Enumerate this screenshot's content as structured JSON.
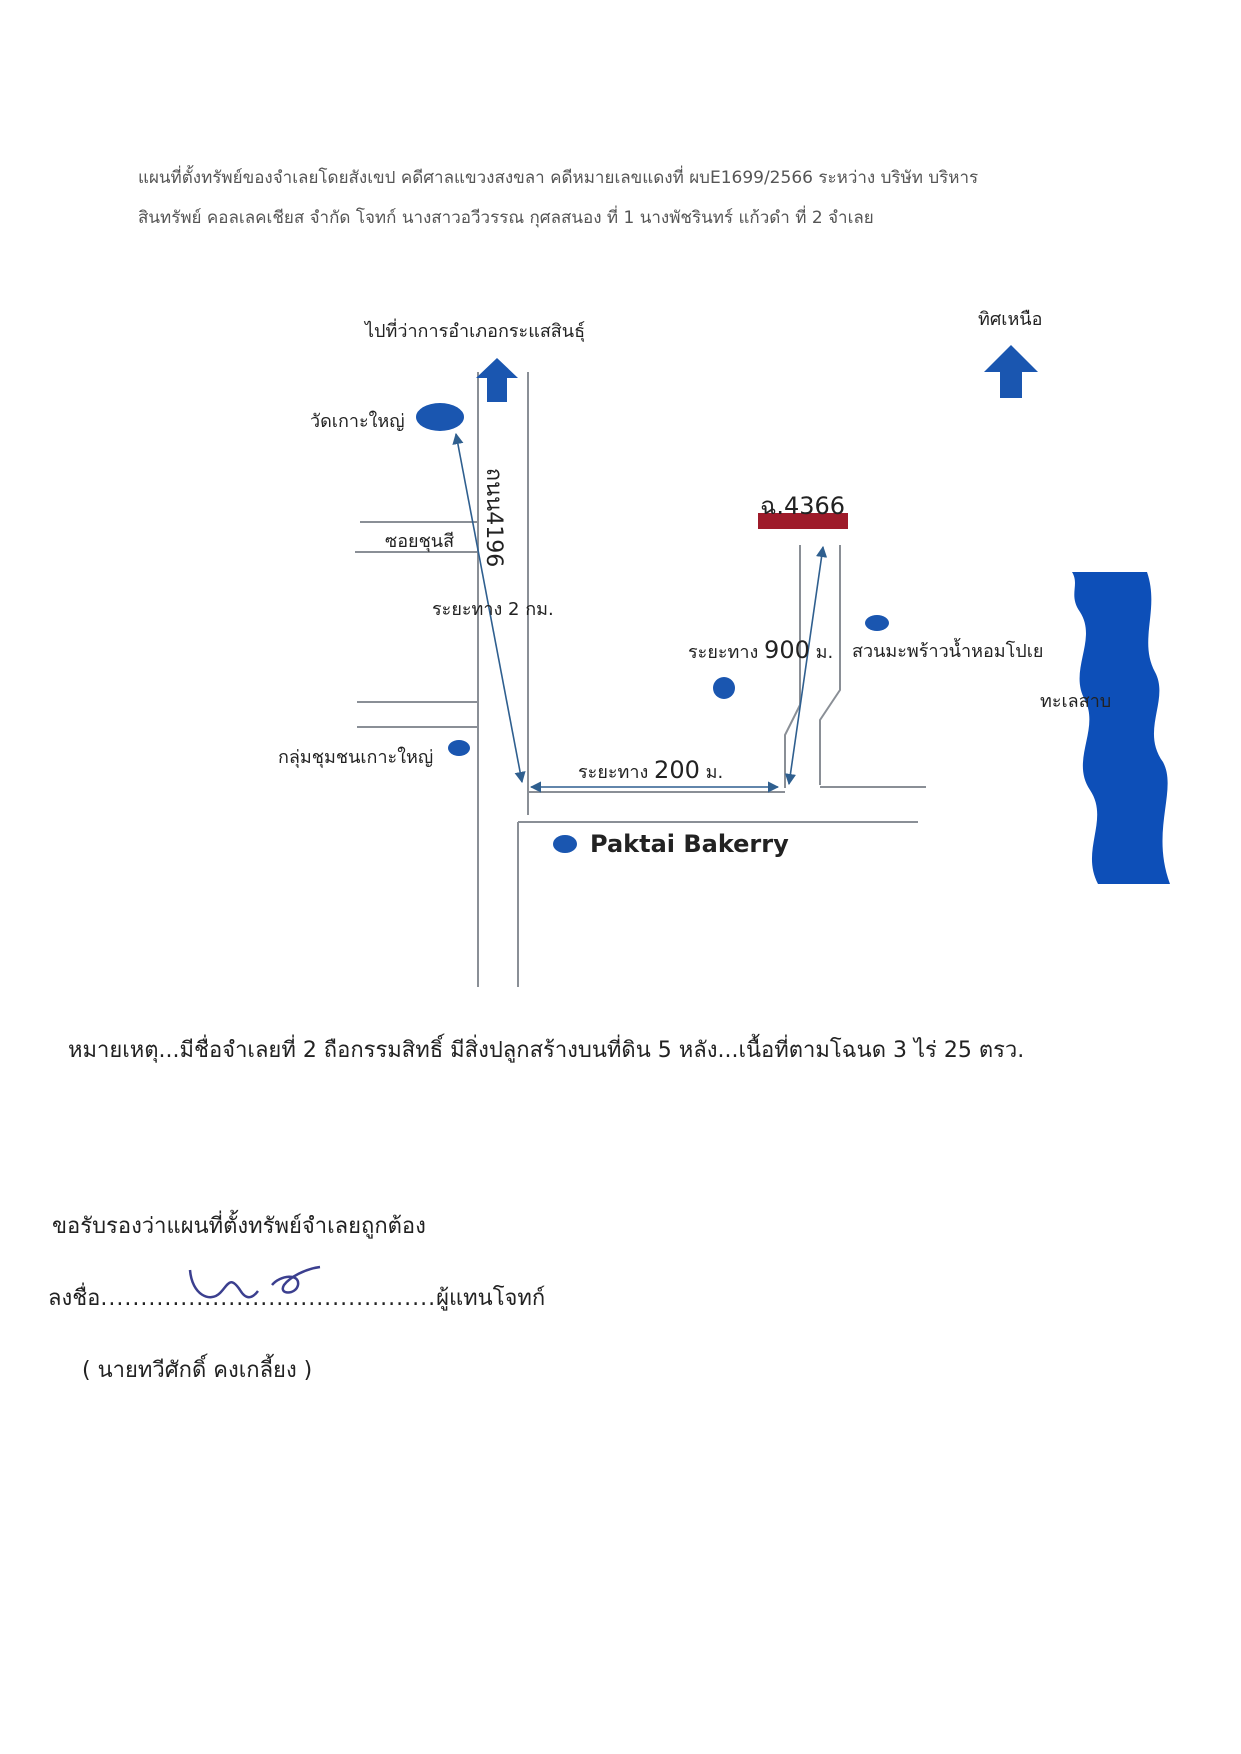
{
  "header": {
    "line1": "แผนที่ตั้งทรัพย์ของจำเลยโดยสังเขป คดีศาลแขวงสงขลา คดีหมายเลขแดงที่ ผบE1699/2566 ระหว่าง บริษัท บริหาร",
    "line2": "สินทรัพย์ คอลเลคเชียส จำกัด โจทก์ นางสาวอวีวรรณ กุศลสนอง ที่ 1 นางพัชรินทร์ แก้วดำ ที่ 2 จำเลย"
  },
  "map": {
    "to_district": "ไปที่ว่าการอำเภอกระแสสินธุ์",
    "north": "ทิศเหนือ",
    "temple": "วัดเกาะใหญ่",
    "road_name": "ถนน4196",
    "soi": "ซอยชุนสี",
    "dist_2km": "ระยะทาง 2 กม.",
    "target_code": "ฉ.4366",
    "dist_900_prefix": "ระยะทาง",
    "dist_900_value": "900",
    "dist_900_unit": "ม.",
    "coconut_garden": "สวนมะพร้าวน้ำหอมโปเย",
    "lagoon": "ทะเลสาบ",
    "community_group": "กลุ่มชุมชนเกาะใหญ่",
    "dist_200_prefix": "ระยะทาง",
    "dist_200_value": "200",
    "dist_200_unit": "ม.",
    "bakery": "Paktai Bakerry"
  },
  "note": "หมายเหตุ...มีชื่อจำเลยที่ 2 ถือกรรมสิทธิ์ มีสิ่งปลูกสร้างบนที่ดิน 5 หลัง...เนื้อที่ตามโฉนด 3 ไร่ 25 ตรว.",
  "certification": {
    "statement": "ขอรับรองว่าแผนที่ตั้งทรัพย์จำเลยถูกต้อง",
    "sign_prefix": "ลงชื่อ",
    "sign_dots": "..........................................",
    "sign_role": "ผู้แทนโจทก์",
    "name": "( นายทวีศักดิ์ คงเกลี้ยง )"
  },
  "colors": {
    "marker_blue": "#1a56b0",
    "target_red": "#9e1b2a",
    "water_blue": "#0d4fb8",
    "road_gray": "#8a8f96",
    "arrow_blue": "#2f5f8f"
  }
}
